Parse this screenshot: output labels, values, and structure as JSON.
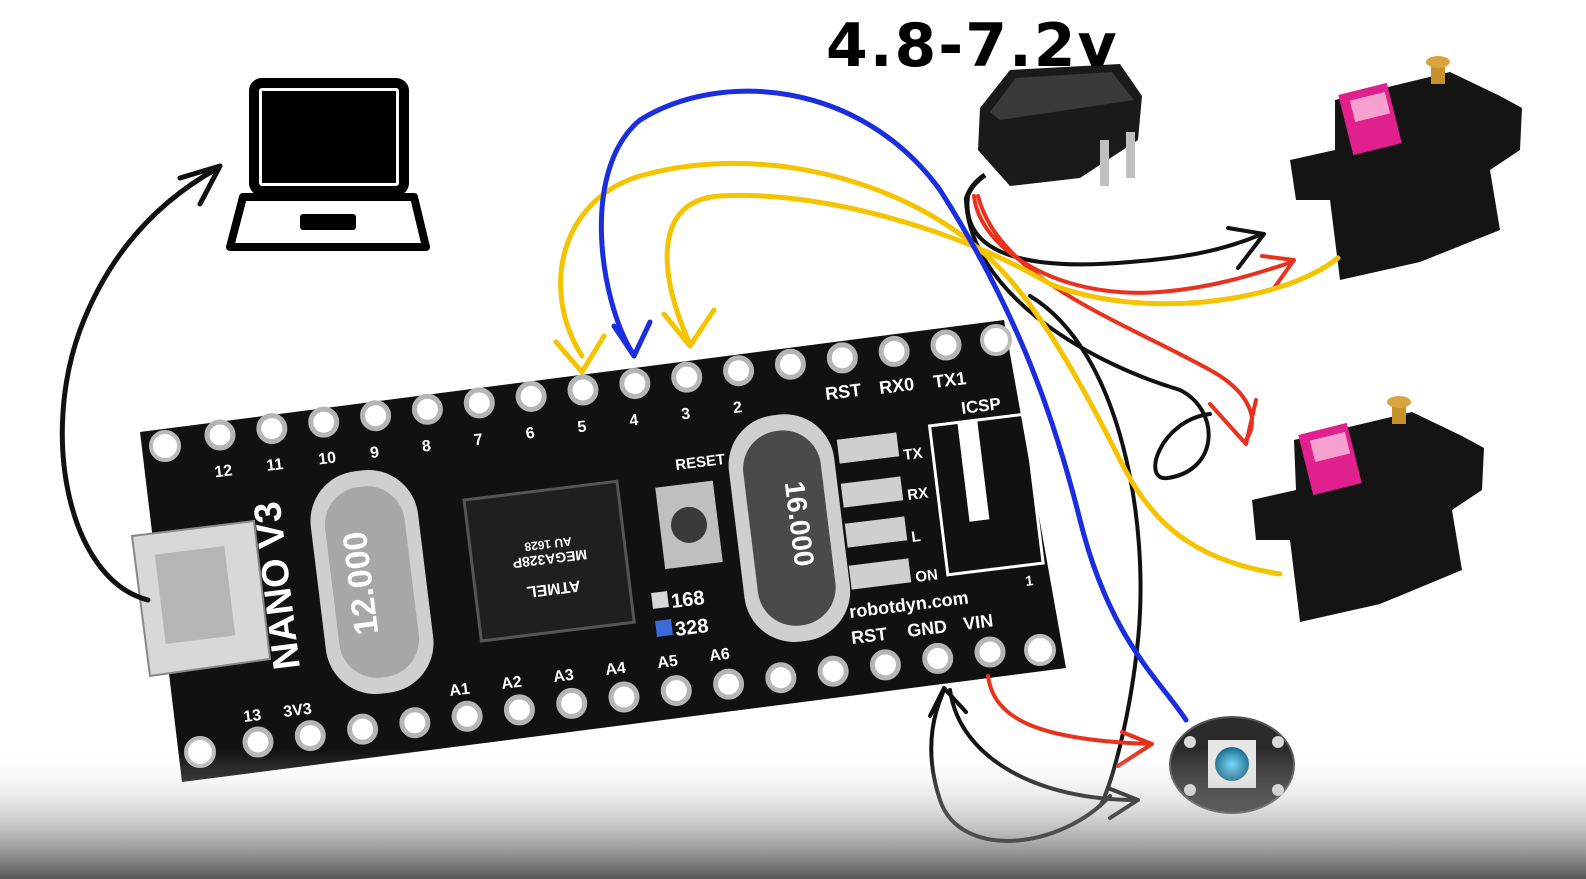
{
  "voltage_label": "4.8-7.2v",
  "board": {
    "model": "NANO V3",
    "crystal_main": "12.000",
    "crystal_second": "16.000",
    "chip_brand": "ATMEL",
    "chip_part": "MEGA328P",
    "chip_code": "AU 1628",
    "reset_label": "RESET",
    "variant_168": "168",
    "variant_328": "328",
    "website": "robotdyn.com",
    "icsp_label": "ICSP",
    "icsp_pin1": "1",
    "led_tx": "TX",
    "led_rx": "RX",
    "led_l": "L",
    "led_on": "ON",
    "top_pins": [
      "12",
      "11",
      "10",
      "9",
      "8",
      "7",
      "6",
      "5",
      "4",
      "3",
      "2"
    ],
    "top_right_labels": [
      "RST",
      "RX0",
      "TX1"
    ],
    "bottom_left_labels": [
      "13",
      "3V3"
    ],
    "analog_pins": [
      "A1",
      "A2",
      "A3",
      "A4",
      "A5",
      "A6"
    ],
    "bottom_right_labels": [
      "RST",
      "GND",
      "VIN"
    ]
  },
  "colors": {
    "wire_black": "#111111",
    "wire_red": "#e8321e",
    "wire_yellow": "#f5c400",
    "wire_blue": "#1a2ee0",
    "pcb": "#111111",
    "servo_sticker": "#e0208c"
  },
  "components": [
    "laptop",
    "power-adapter",
    "servo-motor",
    "servo-motor",
    "rgb-led"
  ]
}
